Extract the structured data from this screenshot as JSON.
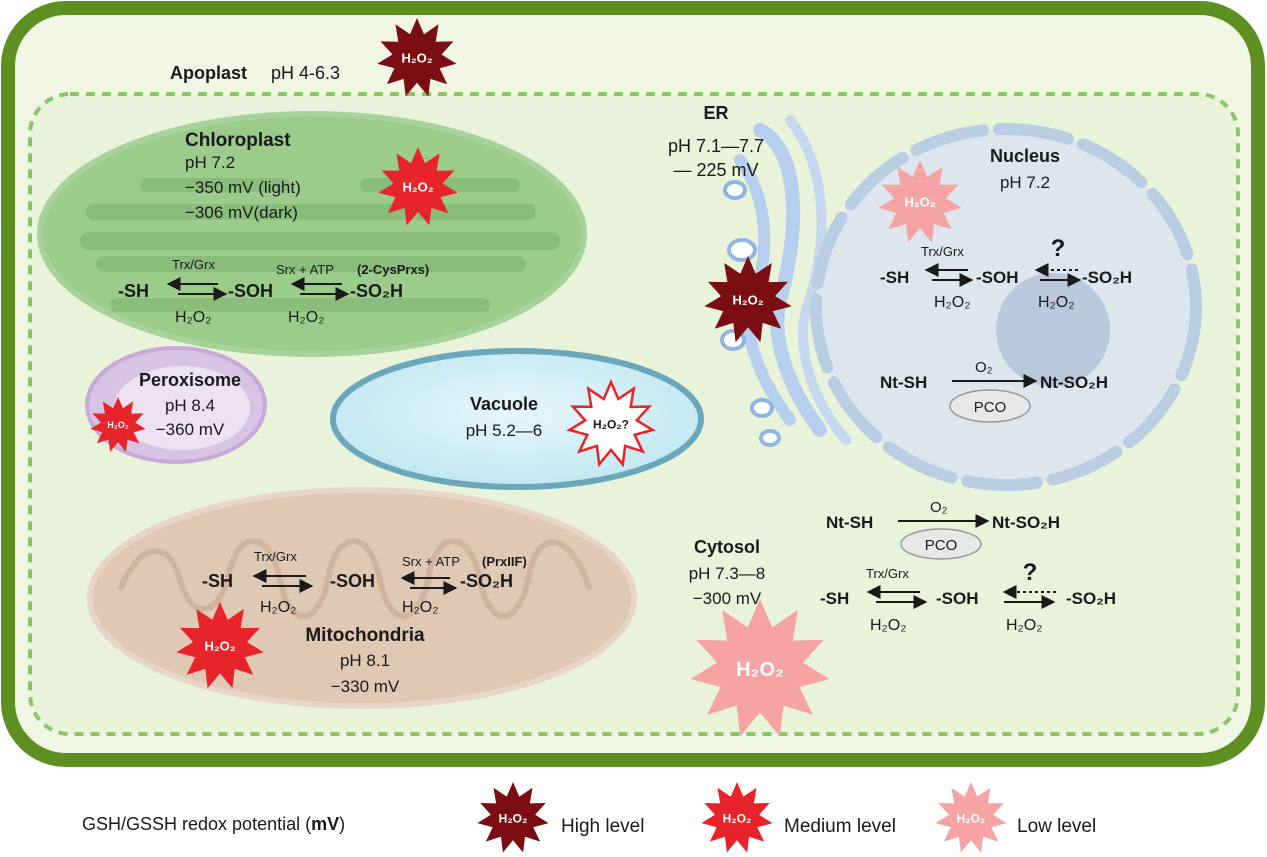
{
  "colors": {
    "high": "#7a0e12",
    "medium": "#e8242b",
    "low": "#f5a3a3",
    "cell_wall": "#5e8f22",
    "cytoplasm": "#e9f3d9",
    "dark_red_label": "#8b1a1a",
    "green_label": "#2e7d32"
  },
  "h2o2_label": "H₂O₂",
  "apoplast": {
    "name": "Apoplast",
    "ph": "pH 4-6.3"
  },
  "chloroplast": {
    "name": "Chloroplast",
    "ph": "pH 7.2",
    "redox_light": "−350 mV (light)",
    "redox_dark": "−306 mV(dark)",
    "reaction": {
      "sh": "-SH",
      "soh": "-SOH",
      "so2h": "-SO₂H",
      "enzyme1": "Trx/Grx",
      "enzyme2": "Srx + ATP",
      "enzyme2_extra": "(2-CysPrxs)",
      "h2o2_1": "H₂O₂",
      "h2o2_2": "H₂O₂"
    }
  },
  "peroxisome": {
    "name": "Peroxisome",
    "ph": "pH 8.4",
    "redox": "−360 mV"
  },
  "vacuole": {
    "name": "Vacuole",
    "ph": "pH 5.2—6",
    "h2o2": "H₂O₂?"
  },
  "mitochondria": {
    "name": "Mitochondria",
    "ph": "pH 8.1",
    "redox": "−330 mV",
    "reaction": {
      "sh": "-SH",
      "soh": "-SOH",
      "so2h": "-SO₂H",
      "enzyme1": "Trx/Grx",
      "enzyme2": "Srx + ATP",
      "enzyme2_extra": "(PrxIIF)",
      "h2o2_1": "H₂O₂",
      "h2o2_2": "H₂O₂"
    }
  },
  "er": {
    "name": "ER",
    "ph": "pH 7.1—7.7",
    "redox": "— 225 mV"
  },
  "nucleus": {
    "name": "Nucleus",
    "ph": "pH 7.2",
    "reaction": {
      "sh": "-SH",
      "soh": "-SOH",
      "so2h": "-SO₂H",
      "enzyme1": "Trx/Grx",
      "h2o2_1": "H₂O₂",
      "h2o2_2": "H₂O₂",
      "question": "?"
    },
    "nt": {
      "sh": "Nt-SH",
      "so2h": "Nt-SO₂H",
      "o2": "O₂",
      "enzyme": "PCO"
    }
  },
  "cytosol": {
    "name": "Cytosol",
    "ph": "pH 7.3—8",
    "redox": "−300 mV",
    "nt": {
      "sh": "Nt-SH",
      "so2h": "Nt-SO₂H",
      "o2": "O₂",
      "enzyme": "PCO"
    },
    "reaction": {
      "sh": "-SH",
      "soh": "-SOH",
      "so2h": "-SO₂H",
      "enzyme1": "Trx/Grx",
      "h2o2_1": "H₂O₂",
      "h2o2_2": "H₂O₂",
      "question": "?"
    }
  },
  "legend": {
    "redox_label": "GSH/GSSH redox potential (",
    "redox_unit": "mV",
    "redox_close": ")",
    "high": "High level",
    "medium": "Medium level",
    "low": "Low level"
  }
}
